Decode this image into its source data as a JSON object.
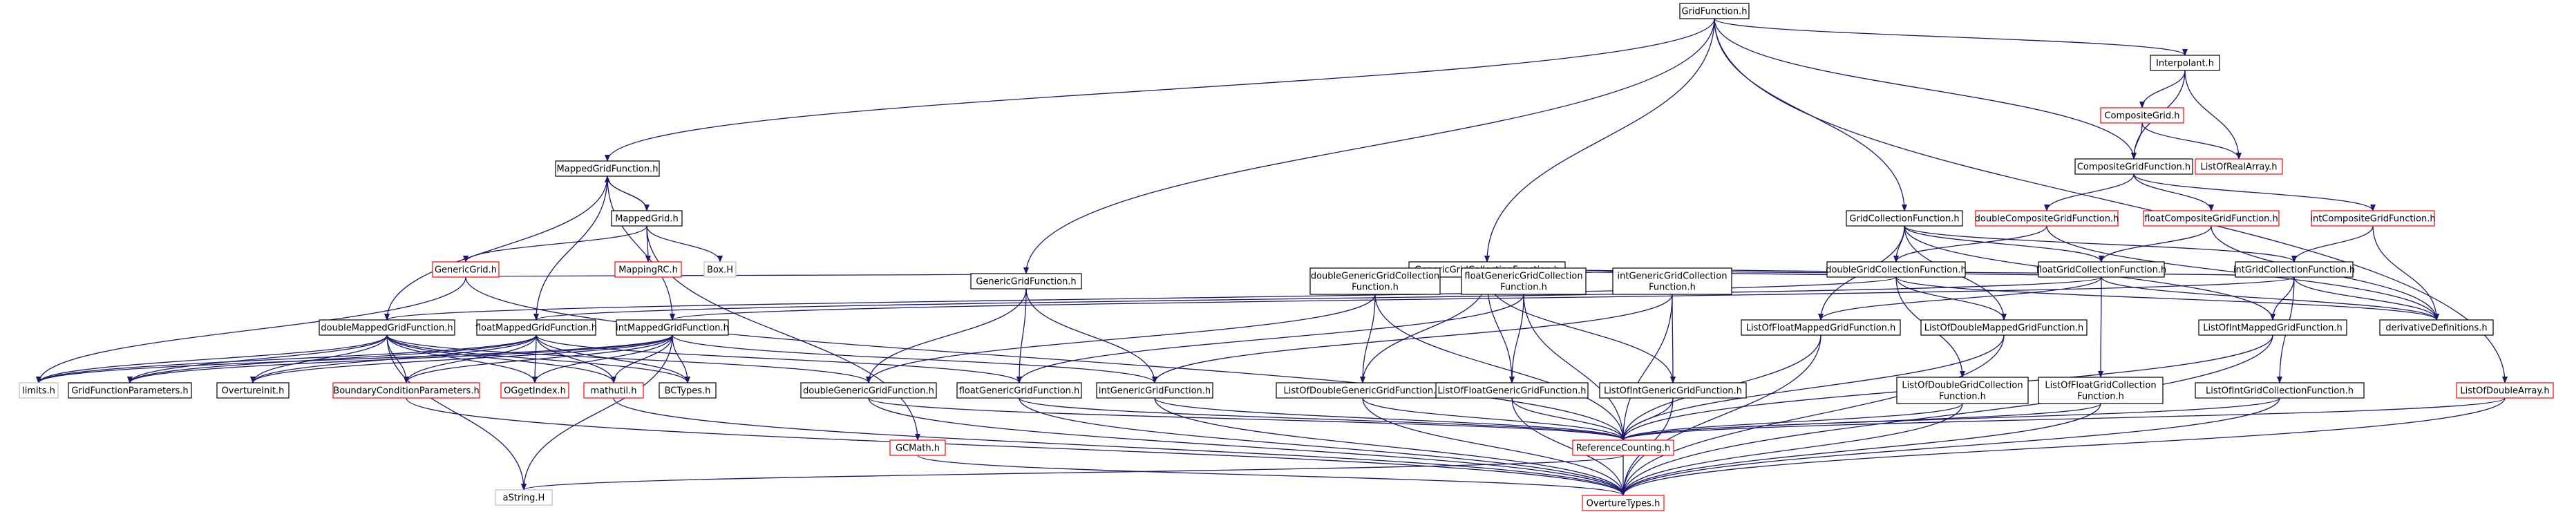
{
  "graph": {
    "colors": {
      "edge": "#191970",
      "border_default": "#000000",
      "border_undocumented": "#ff0000",
      "border_external": "#bfbfbf",
      "root_fill": "#bfbfbf"
    },
    "nodes": [
      {
        "id": "gridfunction",
        "lines": [
          "GridFunction.h"
        ],
        "style": "root"
      },
      {
        "id": "mappedgridfunction",
        "lines": [
          "MappedGridFunction.h"
        ],
        "style": "normal"
      },
      {
        "id": "mappedgrid",
        "lines": [
          "MappedGrid.h"
        ],
        "style": "normal"
      },
      {
        "id": "genericgrid",
        "lines": [
          "GenericGrid.h"
        ],
        "style": "red"
      },
      {
        "id": "mappingrc",
        "lines": [
          "MappingRC.h"
        ],
        "style": "red"
      },
      {
        "id": "box",
        "lines": [
          "Box.H"
        ],
        "style": "gray"
      },
      {
        "id": "doublemappedgf",
        "lines": [
          "doubleMappedGridFunction.h"
        ],
        "style": "normal"
      },
      {
        "id": "floatmappedgf",
        "lines": [
          "floatMappedGridFunction.h"
        ],
        "style": "normal"
      },
      {
        "id": "intmappedgf",
        "lines": [
          "intMappedGridFunction.h"
        ],
        "style": "normal"
      },
      {
        "id": "limits",
        "lines": [
          "limits.h"
        ],
        "style": "gray"
      },
      {
        "id": "gfparams",
        "lines": [
          "GridFunctionParameters.h"
        ],
        "style": "normal"
      },
      {
        "id": "overtureinit",
        "lines": [
          "OvertureInit.h"
        ],
        "style": "normal"
      },
      {
        "id": "bcparams",
        "lines": [
          "BoundaryConditionParameters.h"
        ],
        "style": "red"
      },
      {
        "id": "ogetindex",
        "lines": [
          "OGgetIndex.h"
        ],
        "style": "red"
      },
      {
        "id": "mathutil",
        "lines": [
          "mathutil.h"
        ],
        "style": "red"
      },
      {
        "id": "bctypes",
        "lines": [
          "BCTypes.h"
        ],
        "style": "normal"
      },
      {
        "id": "astring",
        "lines": [
          "aString.H"
        ],
        "style": "gray"
      },
      {
        "id": "gcmath",
        "lines": [
          "GCMath.h"
        ],
        "style": "red"
      },
      {
        "id": "genericgf",
        "lines": [
          "GenericGridFunction.h"
        ],
        "style": "normal"
      },
      {
        "id": "doublegenericgf",
        "lines": [
          "doubleGenericGridFunction.h"
        ],
        "style": "normal"
      },
      {
        "id": "floatgenericgf",
        "lines": [
          "floatGenericGridFunction.h"
        ],
        "style": "normal"
      },
      {
        "id": "intgenericgf",
        "lines": [
          "intGenericGridFunction.h"
        ],
        "style": "normal"
      },
      {
        "id": "genericgcf",
        "lines": [
          "GenericGridCollectionFunction.h"
        ],
        "style": "normal"
      },
      {
        "id": "doublegenericgcf",
        "lines": [
          "doubleGenericGridCollection",
          "Function.h"
        ],
        "style": "normal"
      },
      {
        "id": "floatgenericgcf",
        "lines": [
          "floatGenericGridCollection",
          "Function.h"
        ],
        "style": "normal"
      },
      {
        "id": "intgenericgcf",
        "lines": [
          "intGenericGridCollection",
          "Function.h"
        ],
        "style": "normal"
      },
      {
        "id": "listdoublegenericgf",
        "lines": [
          "ListOfDoubleGenericGridFunction.h"
        ],
        "style": "normal"
      },
      {
        "id": "listfloatgenericgf",
        "lines": [
          "ListOfFloatGenericGridFunction.h"
        ],
        "style": "normal"
      },
      {
        "id": "listintgenericgf",
        "lines": [
          "ListOfIntGenericGridFunction.h"
        ],
        "style": "normal"
      },
      {
        "id": "referencecounting",
        "lines": [
          "ReferenceCounting.h"
        ],
        "style": "red"
      },
      {
        "id": "overturetypes",
        "lines": [
          "OvertureTypes.h"
        ],
        "style": "red"
      },
      {
        "id": "gcf",
        "lines": [
          "GridCollectionFunction.h"
        ],
        "style": "normal"
      },
      {
        "id": "doublegcf",
        "lines": [
          "doubleGridCollectionFunction.h"
        ],
        "style": "normal"
      },
      {
        "id": "floatgcf",
        "lines": [
          "floatGridCollectionFunction.h"
        ],
        "style": "normal"
      },
      {
        "id": "intgcf",
        "lines": [
          "intGridCollectionFunction.h"
        ],
        "style": "normal"
      },
      {
        "id": "listfloatmappedgf",
        "lines": [
          "ListOfFloatMappedGridFunction.h"
        ],
        "style": "normal"
      },
      {
        "id": "listdoublemappedgf",
        "lines": [
          "ListOfDoubleMappedGridFunction.h"
        ],
        "style": "normal"
      },
      {
        "id": "listintmappedgf",
        "lines": [
          "ListOfIntMappedGridFunction.h"
        ],
        "style": "normal"
      },
      {
        "id": "listdoublegcf",
        "lines": [
          "ListOfDoubleGridCollection",
          "Function.h"
        ],
        "style": "normal"
      },
      {
        "id": "listfloatgcf",
        "lines": [
          "ListOfFloatGridCollection",
          "Function.h"
        ],
        "style": "normal"
      },
      {
        "id": "listintgcf",
        "lines": [
          "ListOfIntGridCollectionFunction.h"
        ],
        "style": "normal"
      },
      {
        "id": "derivdefs",
        "lines": [
          "derivativeDefinitions.h"
        ],
        "style": "normal"
      },
      {
        "id": "interpolant",
        "lines": [
          "Interpolant.h"
        ],
        "style": "normal"
      },
      {
        "id": "compositegrid",
        "lines": [
          "CompositeGrid.h"
        ],
        "style": "red"
      },
      {
        "id": "listrealarray",
        "lines": [
          "ListOfRealArray.h"
        ],
        "style": "red"
      },
      {
        "id": "cgf",
        "lines": [
          "CompositeGridFunction.h"
        ],
        "style": "normal"
      },
      {
        "id": "doublecgf",
        "lines": [
          "doubleCompositeGridFunction.h"
        ],
        "style": "red"
      },
      {
        "id": "floatcgf",
        "lines": [
          "floatCompositeGridFunction.h"
        ],
        "style": "red"
      },
      {
        "id": "intcgf",
        "lines": [
          "intCompositeGridFunction.h"
        ],
        "style": "red"
      },
      {
        "id": "listdoublearray",
        "lines": [
          "ListOfDoubleArray.h"
        ],
        "style": "red"
      }
    ],
    "edges": [
      [
        "gridfunction",
        "mappedgridfunction"
      ],
      [
        "gridfunction",
        "genericgf"
      ],
      [
        "gridfunction",
        "genericgcf"
      ],
      [
        "gridfunction",
        "gcf"
      ],
      [
        "gridfunction",
        "cgf"
      ],
      [
        "gridfunction",
        "interpolant"
      ],
      [
        "gridfunction",
        "listdoublearray"
      ],
      [
        "mappedgridfunction",
        "mappedgrid"
      ],
      [
        "mappedgridfunction",
        "doublemappedgf"
      ],
      [
        "mappedgridfunction",
        "floatmappedgf"
      ],
      [
        "mappedgridfunction",
        "intmappedgf"
      ],
      [
        "mappedgrid",
        "mappedgridfunction"
      ],
      [
        "mappedgrid",
        "genericgrid"
      ],
      [
        "mappedgrid",
        "mappingrc"
      ],
      [
        "mappedgrid",
        "box"
      ],
      [
        "mappedgrid",
        "gcmath"
      ],
      [
        "genericgrid",
        "genericgf"
      ],
      [
        "genericgrid",
        "limits"
      ],
      [
        "genericgrid",
        "referencecounting"
      ],
      [
        "doublemappedgf",
        "limits"
      ],
      [
        "doublemappedgf",
        "gfparams"
      ],
      [
        "doublemappedgf",
        "overtureinit"
      ],
      [
        "doublemappedgf",
        "bcparams"
      ],
      [
        "doublemappedgf",
        "ogetindex"
      ],
      [
        "doublemappedgf",
        "mathutil"
      ],
      [
        "doublemappedgf",
        "bctypes"
      ],
      [
        "doublemappedgf",
        "astring"
      ],
      [
        "doublemappedgf",
        "doublegenericgf"
      ],
      [
        "floatmappedgf",
        "limits"
      ],
      [
        "floatmappedgf",
        "gfparams"
      ],
      [
        "floatmappedgf",
        "overtureinit"
      ],
      [
        "floatmappedgf",
        "bcparams"
      ],
      [
        "floatmappedgf",
        "ogetindex"
      ],
      [
        "floatmappedgf",
        "mathutil"
      ],
      [
        "floatmappedgf",
        "bctypes"
      ],
      [
        "floatmappedgf",
        "floatgenericgf"
      ],
      [
        "intmappedgf",
        "limits"
      ],
      [
        "intmappedgf",
        "gfparams"
      ],
      [
        "intmappedgf",
        "overtureinit"
      ],
      [
        "intmappedgf",
        "bcparams"
      ],
      [
        "intmappedgf",
        "ogetindex"
      ],
      [
        "intmappedgf",
        "mathutil"
      ],
      [
        "intmappedgf",
        "bctypes"
      ],
      [
        "intmappedgf",
        "astring"
      ],
      [
        "intmappedgf",
        "intgenericgf"
      ],
      [
        "bcparams",
        "overturetypes"
      ],
      [
        "mathutil",
        "overturetypes"
      ],
      [
        "gcmath",
        "overturetypes"
      ],
      [
        "referencecounting",
        "astring"
      ],
      [
        "referencecounting",
        "overturetypes"
      ],
      [
        "genericgf",
        "doublegenericgf"
      ],
      [
        "genericgf",
        "floatgenericgf"
      ],
      [
        "genericgf",
        "intgenericgf"
      ],
      [
        "doublegenericgf",
        "referencecounting"
      ],
      [
        "doublegenericgf",
        "overturetypes"
      ],
      [
        "floatgenericgf",
        "referencecounting"
      ],
      [
        "floatgenericgf",
        "overturetypes"
      ],
      [
        "intgenericgf",
        "referencecounting"
      ],
      [
        "intgenericgf",
        "overturetypes"
      ],
      [
        "genericgcf",
        "doublegenericgcf"
      ],
      [
        "genericgcf",
        "floatgenericgcf"
      ],
      [
        "genericgcf",
        "intgenericgcf"
      ],
      [
        "genericgcf",
        "listdoublegenericgf"
      ],
      [
        "genericgcf",
        "listfloatgenericgf"
      ],
      [
        "genericgcf",
        "listintgenericgf"
      ],
      [
        "doublegenericgcf",
        "listdoublegenericgf"
      ],
      [
        "doublegenericgcf",
        "doublegenericgf"
      ],
      [
        "doublegenericgcf",
        "referencecounting"
      ],
      [
        "floatgenericgcf",
        "listfloatgenericgf"
      ],
      [
        "floatgenericgcf",
        "floatgenericgf"
      ],
      [
        "floatgenericgcf",
        "referencecounting"
      ],
      [
        "intgenericgcf",
        "listintgenericgf"
      ],
      [
        "intgenericgcf",
        "intgenericgf"
      ],
      [
        "intgenericgcf",
        "referencecounting"
      ],
      [
        "listdoublegenericgf",
        "referencecounting"
      ],
      [
        "listdoublegenericgf",
        "overturetypes"
      ],
      [
        "listfloatgenericgf",
        "referencecounting"
      ],
      [
        "listfloatgenericgf",
        "overturetypes"
      ],
      [
        "listintgenericgf",
        "referencecounting"
      ],
      [
        "listintgenericgf",
        "overturetypes"
      ],
      [
        "gcf",
        "doublegcf"
      ],
      [
        "gcf",
        "floatgcf"
      ],
      [
        "gcf",
        "intgcf"
      ],
      [
        "gcf",
        "listfloatmappedgf"
      ],
      [
        "gcf",
        "listdoublemappedgf"
      ],
      [
        "gcf",
        "listintmappedgf"
      ],
      [
        "doublegcf",
        "doublemappedgf"
      ],
      [
        "doublegcf",
        "doublegenericgcf"
      ],
      [
        "doublegcf",
        "listdoublemappedgf"
      ],
      [
        "doublegcf",
        "listdoublegcf"
      ],
      [
        "doublegcf",
        "derivdefs"
      ],
      [
        "floatgcf",
        "floatmappedgf"
      ],
      [
        "floatgcf",
        "floatgenericgcf"
      ],
      [
        "floatgcf",
        "listfloatmappedgf"
      ],
      [
        "floatgcf",
        "listfloatgcf"
      ],
      [
        "floatgcf",
        "derivdefs"
      ],
      [
        "intgcf",
        "intmappedgf"
      ],
      [
        "intgcf",
        "intgenericgcf"
      ],
      [
        "intgcf",
        "listintmappedgf"
      ],
      [
        "intgcf",
        "listintgcf"
      ],
      [
        "intgcf",
        "derivdefs"
      ],
      [
        "listfloatmappedgf",
        "referencecounting"
      ],
      [
        "listfloatmappedgf",
        "overturetypes"
      ],
      [
        "listdoublemappedgf",
        "referencecounting"
      ],
      [
        "listdoublemappedgf",
        "overturetypes"
      ],
      [
        "listintmappedgf",
        "referencecounting"
      ],
      [
        "listintmappedgf",
        "overturetypes"
      ],
      [
        "listdoublegcf",
        "referencecounting"
      ],
      [
        "listdoublegcf",
        "overturetypes"
      ],
      [
        "listfloatgcf",
        "referencecounting"
      ],
      [
        "listfloatgcf",
        "overturetypes"
      ],
      [
        "listintgcf",
        "referencecounting"
      ],
      [
        "listintgcf",
        "overturetypes"
      ],
      [
        "interpolant",
        "compositegrid"
      ],
      [
        "interpolant",
        "listrealarray"
      ],
      [
        "interpolant",
        "cgf"
      ],
      [
        "compositegrid",
        "cgf"
      ],
      [
        "compositegrid",
        "listrealarray"
      ],
      [
        "cgf",
        "doublecgf"
      ],
      [
        "cgf",
        "floatcgf"
      ],
      [
        "cgf",
        "intcgf"
      ],
      [
        "doublecgf",
        "doublegcf"
      ],
      [
        "doublecgf",
        "derivdefs"
      ],
      [
        "floatcgf",
        "floatgcf"
      ],
      [
        "floatcgf",
        "derivdefs"
      ],
      [
        "intcgf",
        "intgcf"
      ],
      [
        "intcgf",
        "derivdefs"
      ],
      [
        "listdoublearray",
        "referencecounting"
      ],
      [
        "listdoublearray",
        "overturetypes"
      ]
    ]
  }
}
